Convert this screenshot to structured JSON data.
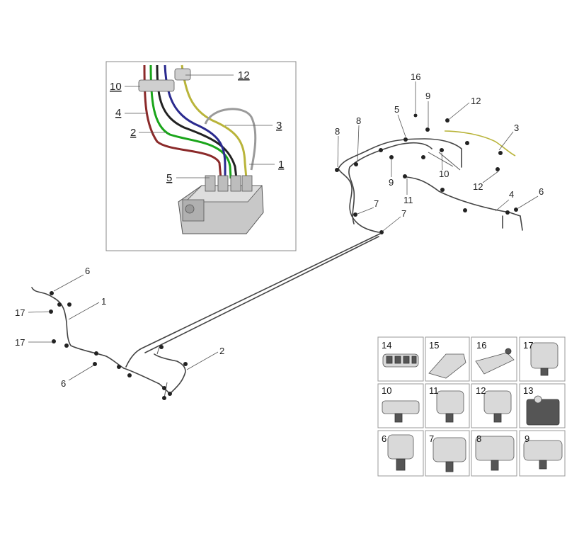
{
  "inset": {
    "callouts": {
      "c12": "12",
      "c10": "10",
      "c4": "4",
      "c3": "3",
      "c2": "2",
      "c1": "1",
      "c5": "5"
    },
    "line_colors": {
      "red": "#8b2a2a",
      "green": "#1aa51a",
      "blue": "#2a2a8f",
      "yellow": "#b9b43a",
      "black": "#222222",
      "grey": "#9a9a9a"
    }
  },
  "top_right_callouts": {
    "c16": "16",
    "c9a": "9",
    "c12a": "12",
    "c8a": "8",
    "c8b": "8",
    "c5": "5",
    "c3": "3",
    "c9b": "9",
    "c10": "10",
    "c11": "11",
    "c12b": "12",
    "c4": "4",
    "c6": "6",
    "c7a": "7",
    "c7b": "7"
  },
  "left_callouts": {
    "c6a": "6",
    "c1": "1",
    "c17a": "17",
    "c17b": "17",
    "c6b": "6",
    "c2": "2"
  },
  "parts_grid": [
    {
      "label": "14"
    },
    {
      "label": "15"
    },
    {
      "label": "16"
    },
    {
      "label": "17"
    },
    {
      "label": "10"
    },
    {
      "label": "11"
    },
    {
      "label": "12"
    },
    {
      "label": "13"
    },
    {
      "label": "6"
    },
    {
      "label": "7"
    },
    {
      "label": "8"
    },
    {
      "label": "9"
    }
  ]
}
